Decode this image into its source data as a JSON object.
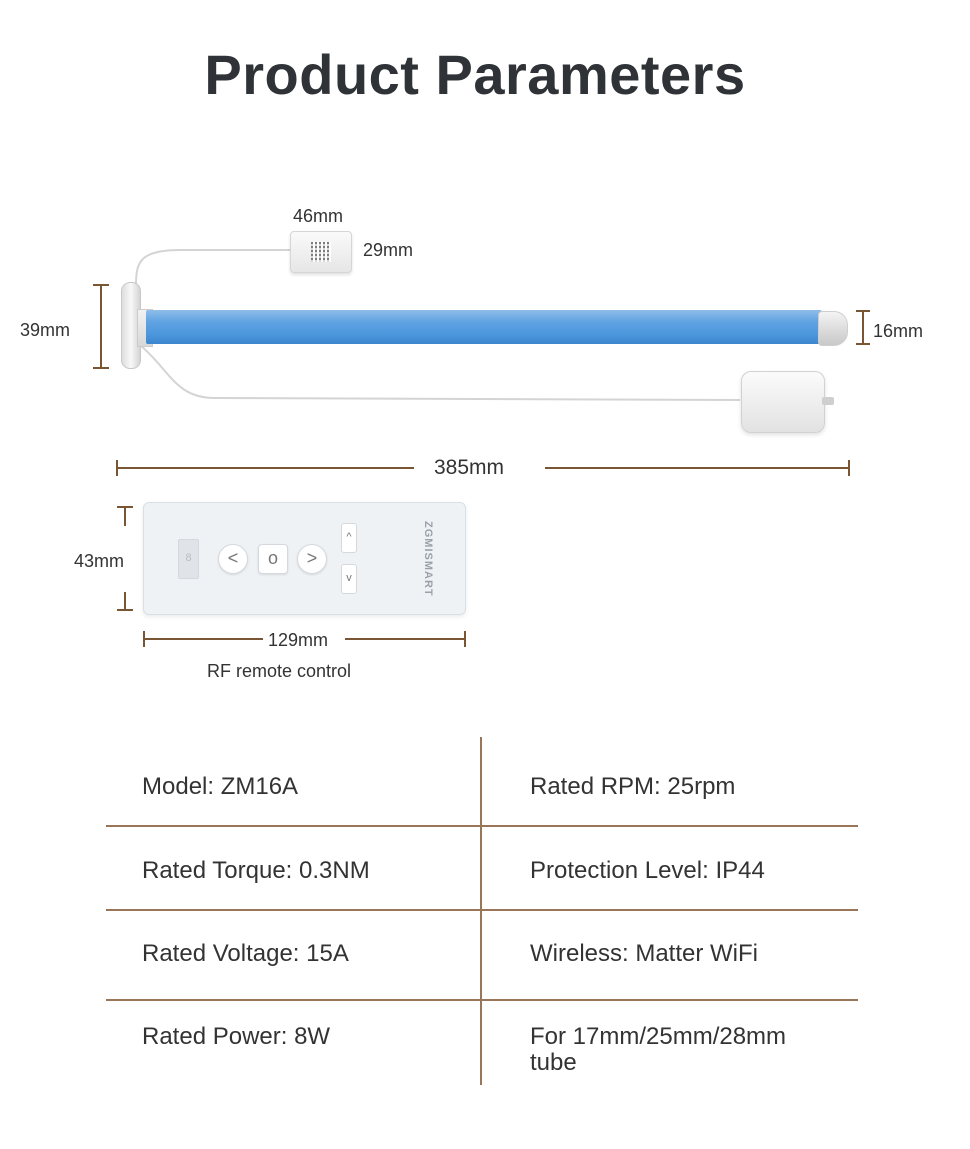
{
  "title": "Product Parameters",
  "dimensions": {
    "module_width": "46mm",
    "module_height": "29mm",
    "mount_height": "39mm",
    "tube_diameter": "16mm",
    "motor_length": "385mm",
    "remote_height": "43mm",
    "remote_width": "129mm"
  },
  "remote": {
    "caption": "RF remote control",
    "brand": "ZGMISMART",
    "left_symbol": "<",
    "center_symbol": "o",
    "right_symbol": ">",
    "up_symbol": "^",
    "down_symbol": "v",
    "screen_digit": "8"
  },
  "specs": [
    {
      "left": "Model: ZM16A",
      "right": "Rated RPM: 25rpm"
    },
    {
      "left": "Rated Torque: 0.3NM",
      "right": "Protection Level: IP44"
    },
    {
      "left": "Rated Voltage: 15A",
      "right": "Wireless: Matter WiFi"
    },
    {
      "left": "Rated Power: 8W",
      "right": "For 17mm/25mm/28mm tube"
    }
  ],
  "colors": {
    "accent_line": "#9a7658",
    "tube_blue": "#5fa3e2",
    "title_text": "#2f3337"
  }
}
